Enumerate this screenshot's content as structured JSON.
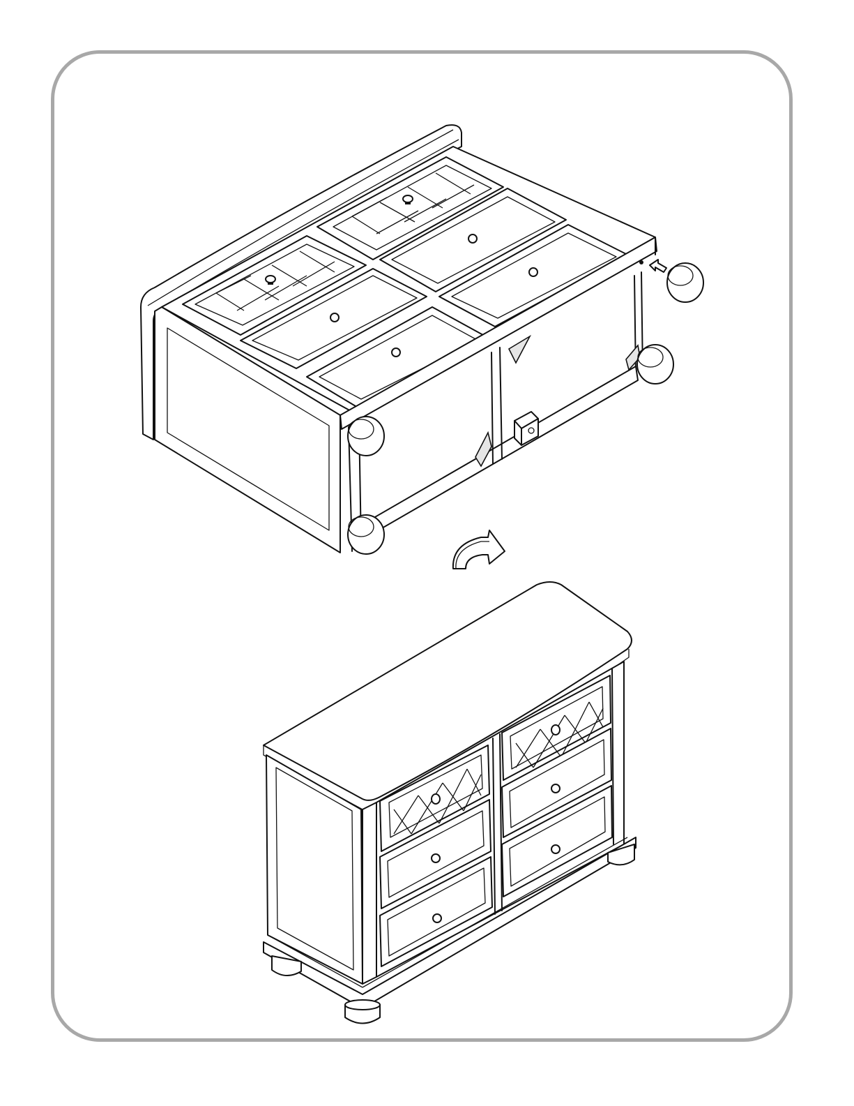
{
  "page": {
    "background": "#ffffff",
    "frame_color": "#a8a8a8",
    "line_color": "#111111"
  },
  "figures": [
    {
      "id": "dresser-upside-down",
      "view": "isometric",
      "orientation": "upside-down"
    },
    {
      "id": "flip-arrow",
      "icon": "curved-arrow-right-icon"
    },
    {
      "id": "dresser-upright",
      "view": "isometric",
      "orientation": "upright"
    }
  ]
}
